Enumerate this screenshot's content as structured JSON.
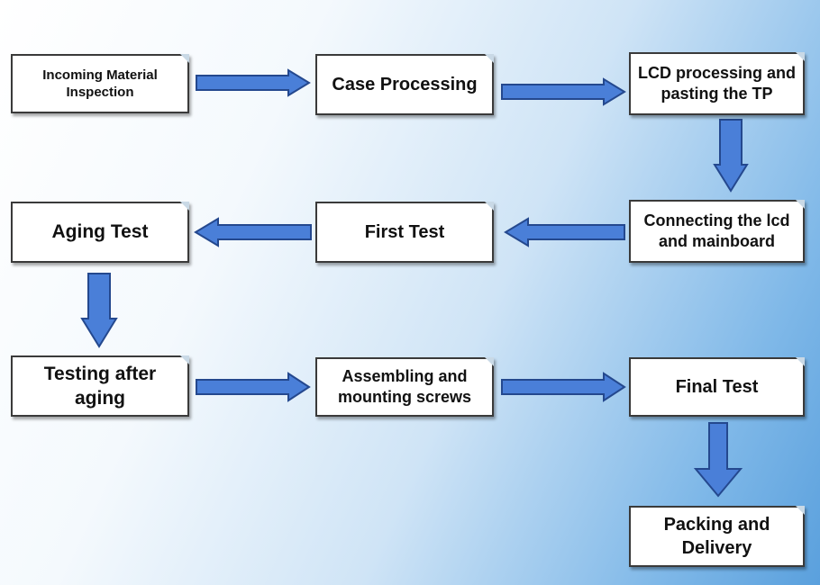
{
  "steps": {
    "incoming_inspection": "Incoming Material\nInspection",
    "case_processing": "Case Processing",
    "lcd_processing": "LCD processing and\npasting the TP",
    "connecting_lcd": "Connecting the lcd\nand mainboard",
    "first_test": "First Test",
    "aging_test": "Aging  Test",
    "testing_after_aging": "Testing after\naging",
    "assembling": "Assembling and\nmounting screws",
    "final_test": "Final Test",
    "packing": "Packing and\nDelivery"
  },
  "colors": {
    "arrow_fill": "#4a7fd8",
    "arrow_stroke": "#24488e",
    "box_fill": "#ffffff",
    "box_border": "#3a3a3a"
  }
}
